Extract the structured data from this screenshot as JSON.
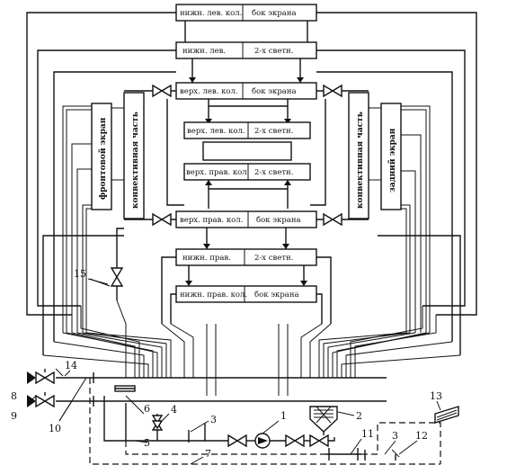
{
  "collectors": {
    "top1_left": "нижн. лев. кол.",
    "top1_right": "бок экрана",
    "top2_left": "нижн. лев.",
    "top2_right": "2-х светн.",
    "top3_left": "верх. лев. кол.",
    "top3_right": "бок экрана",
    "mid1_left": "верх. лев. кол.",
    "mid1_right": "2-х светн.",
    "mid2_left": "верх. прав. кол.",
    "mid2_right": "2-х светн.",
    "low1_left": "верх. прав. кол.",
    "low1_right": "бок экрана",
    "low2_left": "нижн. прав.",
    "low2_right": "2-х светн.",
    "low3_left": "нижн. прав. кол.",
    "low3_right": "бок экрана"
  },
  "panels": {
    "front_screen": "фронтовой экран",
    "convective_left": "конвективная часть",
    "convective_right": "конвективная часть",
    "rear_screen": "задний экран"
  },
  "numbers": {
    "n1": "1",
    "n2": "2",
    "n3a": "3",
    "n3b": "3",
    "n4": "4",
    "n5": "5",
    "n6": "6",
    "n7": "7",
    "n8": "8",
    "n9": "9",
    "n10": "10",
    "n11": "11",
    "n12": "12",
    "n13": "13",
    "n14": "14",
    "n15": "15"
  }
}
